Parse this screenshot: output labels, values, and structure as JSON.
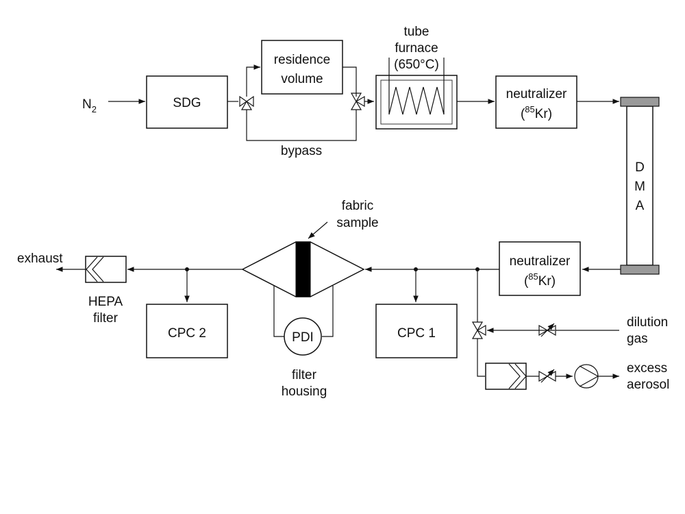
{
  "labels": {
    "n2": "N",
    "n2_sub": "2",
    "sdg": "SDG",
    "residence_1": "residence",
    "residence_2": "volume",
    "bypass": "bypass",
    "tube_1": "tube",
    "tube_2": "furnace",
    "tube_3": "(650°C)",
    "neutralizer_top_1": "neutralizer",
    "neutralizer_top_2_pre": "(",
    "neutralizer_top_2_sup": "85",
    "neutralizer_top_2_post": "Kr)",
    "dma_d": "D",
    "dma_m": "M",
    "dma_a": "A",
    "neutralizer_bot_1": "neutralizer",
    "neutralizer_bot_2_pre": "(",
    "neutralizer_bot_2_sup": "85",
    "neutralizer_bot_2_post": "Kr)",
    "fabric_1": "fabric",
    "fabric_2": "sample",
    "pdi": "PDI",
    "filter_housing_1": "filter",
    "filter_housing_2": "housing",
    "cpc1": "CPC 1",
    "cpc2": "CPC 2",
    "exhaust": "exhaust",
    "hepa_1": "HEPA",
    "hepa_2": "filter",
    "dilution_1": "dilution",
    "dilution_2": "gas",
    "excess_1": "excess",
    "excess_2": "aerosol"
  }
}
